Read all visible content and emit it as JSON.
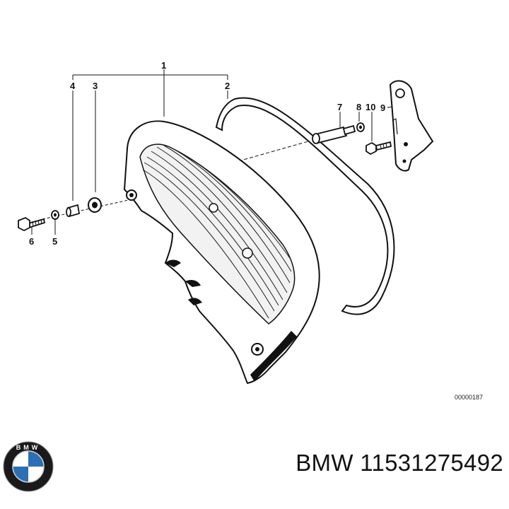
{
  "diagram": {
    "callouts": {
      "c1": "1",
      "c2": "2",
      "c3": "3",
      "c4": "4",
      "c5": "5",
      "c6": "6",
      "c7": "7",
      "c8": "8",
      "c9": "9",
      "c10": "10"
    },
    "diagram_id": "00000187"
  },
  "footer": {
    "part_number": "BMW 11531275492",
    "logo_letters": "BMW",
    "logo_colors": {
      "blue": "#2b6fb6",
      "white": "#ffffff",
      "ring": "#1a1a1a"
    }
  }
}
